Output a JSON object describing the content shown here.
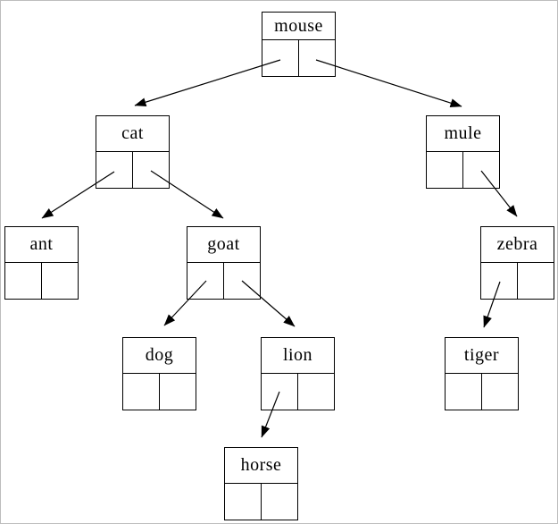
{
  "tree": {
    "type": "binary-search-tree-diagram",
    "nodes": [
      {
        "id": "mouse",
        "label": "mouse"
      },
      {
        "id": "cat",
        "label": "cat"
      },
      {
        "id": "mule",
        "label": "mule"
      },
      {
        "id": "ant",
        "label": "ant"
      },
      {
        "id": "goat",
        "label": "goat"
      },
      {
        "id": "zebra",
        "label": "zebra"
      },
      {
        "id": "dog",
        "label": "dog"
      },
      {
        "id": "lion",
        "label": "lion"
      },
      {
        "id": "tiger",
        "label": "tiger"
      },
      {
        "id": "horse",
        "label": "horse"
      }
    ],
    "edges": [
      {
        "from": "mouse",
        "side": "left",
        "to": "cat"
      },
      {
        "from": "mouse",
        "side": "right",
        "to": "mule"
      },
      {
        "from": "cat",
        "side": "left",
        "to": "ant"
      },
      {
        "from": "cat",
        "side": "right",
        "to": "goat"
      },
      {
        "from": "goat",
        "side": "left",
        "to": "dog"
      },
      {
        "from": "goat",
        "side": "right",
        "to": "lion"
      },
      {
        "from": "lion",
        "side": "left",
        "to": "horse"
      },
      {
        "from": "mule",
        "side": "right",
        "to": "zebra"
      },
      {
        "from": "zebra",
        "side": "left",
        "to": "tiger"
      }
    ],
    "colors": {
      "line": "#000000",
      "box_border": "#000000",
      "text": "#000000",
      "background": "#ffffff",
      "page_border": "#bdbdbd"
    }
  }
}
